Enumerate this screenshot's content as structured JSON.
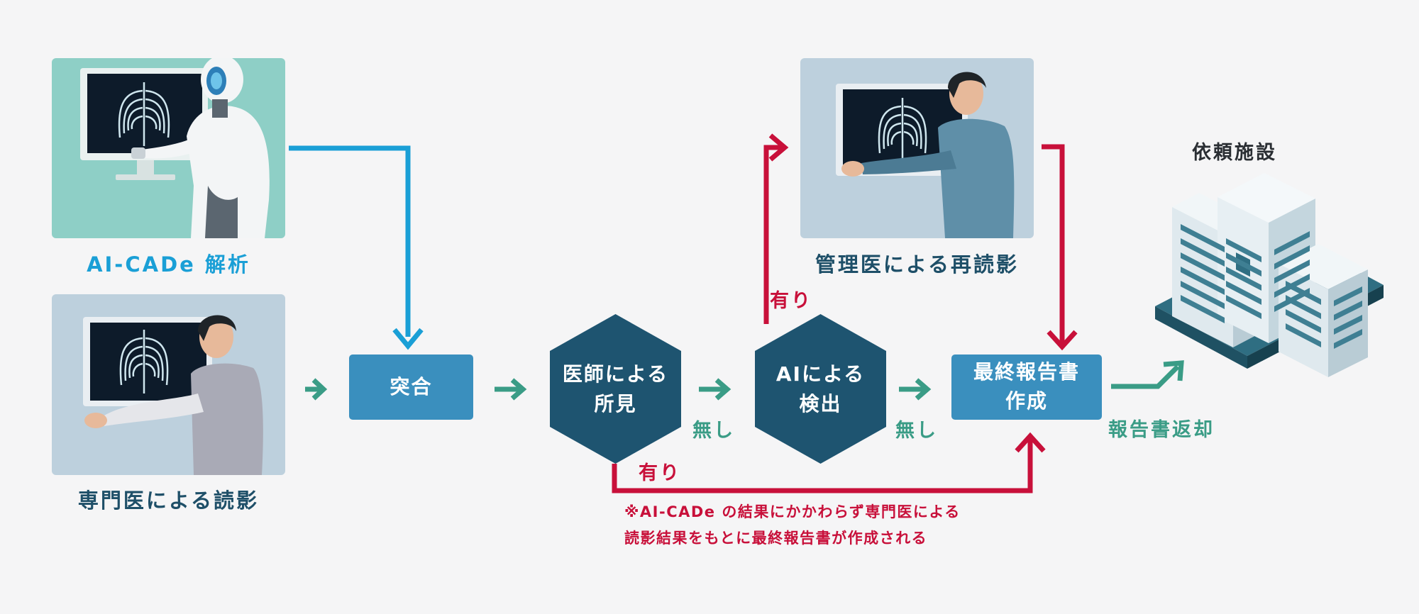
{
  "nodes": {
    "ai_cade": "AI-CADe 解析",
    "specialist": "専門医による読影",
    "matching": "突合",
    "physician_finding": {
      "line1": "医師による",
      "line2": "所見"
    },
    "ai_detection": {
      "line1": "AIによる",
      "line2": "検出"
    },
    "admin_reread": "管理医による再読影",
    "final_report": {
      "line1": "最終報告書",
      "line2": "作成"
    },
    "facility": "依頼施設"
  },
  "edges": {
    "yes_up": "有り",
    "none_1": "無し",
    "none_2": "無し",
    "yes_bottom": "有り",
    "report_return": "報告書返却"
  },
  "note": {
    "line1": "※AI-CADe の結果にかかわらず専門医による",
    "line2": "読影結果をもとに最終報告書が作成される"
  },
  "colors": {
    "flow_blue": "#1a9fd6",
    "flow_green": "#3a9c86",
    "flow_red": "#c8103a",
    "box_blue": "#3a8fbe",
    "hex_navy": "#1e5470"
  }
}
